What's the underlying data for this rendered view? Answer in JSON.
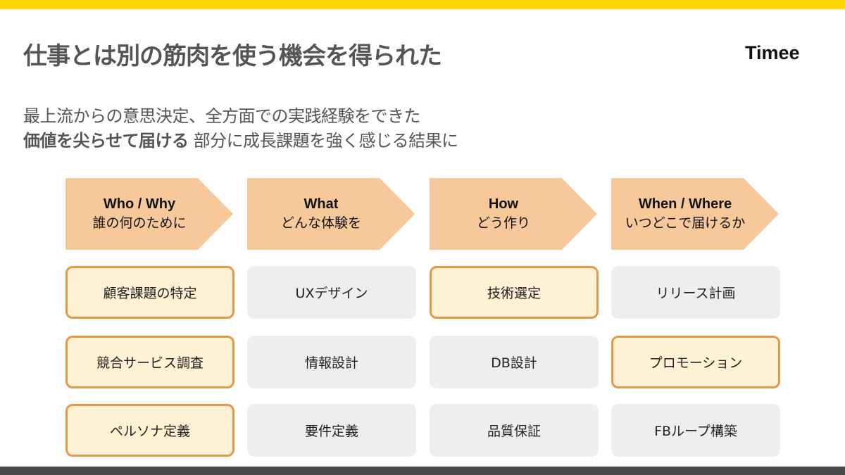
{
  "title": "仕事とは別の筋肉を使う機会を得られた",
  "logo": "Timee",
  "subtitle": {
    "line1": "最上流からの意思決定、全方面での実践経験をできた",
    "line2_bold": "価値を尖らせて届ける",
    "line2_rest": " 部分に成長課題を強く感じる結果に"
  },
  "colors": {
    "accent": "#FFD600",
    "arrow": "#F7C99A",
    "highlight_fill": "#FFF2D4",
    "highlight_border": "#E39A48",
    "neutral": "#EEEEEE"
  },
  "columns": [
    {
      "heading": "Who / Why",
      "sub": "誰の何のために",
      "items": [
        {
          "label": "顧客課題の特定",
          "highlighted": true
        },
        {
          "label": "競合サービス調査",
          "highlighted": true
        },
        {
          "label": "ペルソナ定義",
          "highlighted": true
        }
      ]
    },
    {
      "heading": "What",
      "sub": "どんな体験を",
      "items": [
        {
          "label": "UXデザイン",
          "highlighted": false
        },
        {
          "label": "情報設計",
          "highlighted": false
        },
        {
          "label": "要件定義",
          "highlighted": false
        }
      ]
    },
    {
      "heading": "How",
      "sub": "どう作り",
      "items": [
        {
          "label": "技術選定",
          "highlighted": true
        },
        {
          "label": "DB設計",
          "highlighted": false
        },
        {
          "label": "品質保証",
          "highlighted": false
        }
      ]
    },
    {
      "heading": "When / Where",
      "sub": "いつどこで届けるか",
      "items": [
        {
          "label": "リリース計画",
          "highlighted": false
        },
        {
          "label": "プロモーション",
          "highlighted": true
        },
        {
          "label": "FBループ構築",
          "highlighted": false
        }
      ]
    }
  ]
}
